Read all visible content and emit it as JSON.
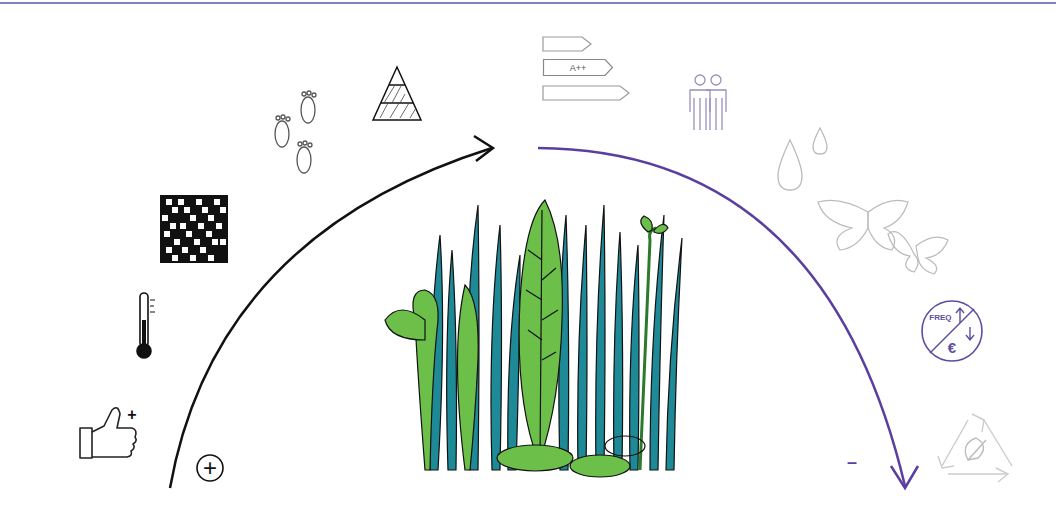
{
  "diagram": {
    "nodes": [
      {
        "text": [
          "+"
        ]
      },
      {
        "text": [
          "A++"
        ]
      },
      {
        "text": [
          "FREQ",
          "€"
        ]
      }
    ],
    "labels": [
      "+",
      "–"
    ]
  }
}
